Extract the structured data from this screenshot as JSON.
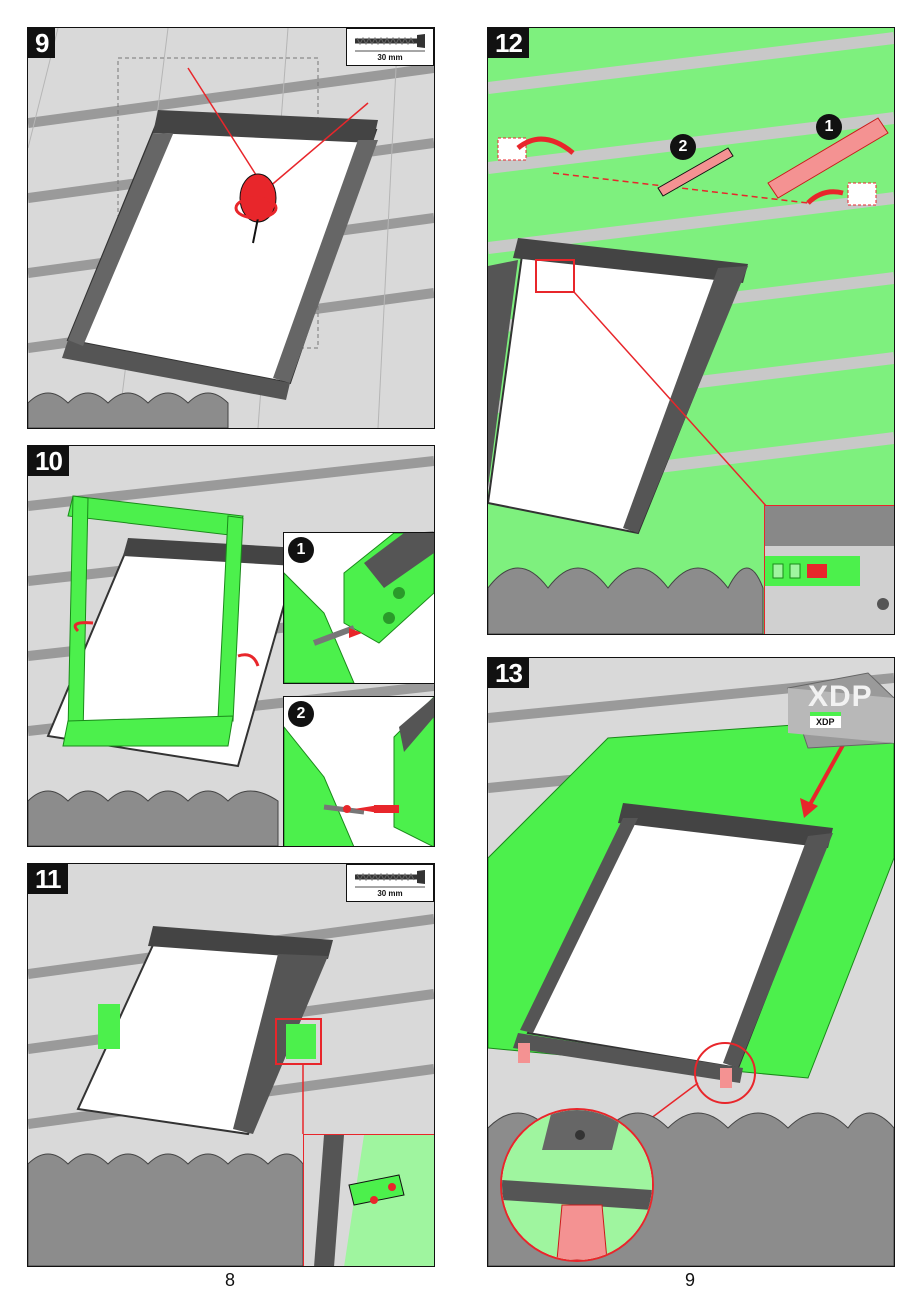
{
  "page_numbers": {
    "left": "8",
    "right": "9"
  },
  "screw_label": "30 mm",
  "package_label": "XDP",
  "package_tag": "XDP",
  "colors": {
    "green": "#4cf04c",
    "red": "#e8262b",
    "dark": "#111111",
    "roof": "#d9d9d9"
  },
  "steps": [
    {
      "number": "9"
    },
    {
      "number": "10",
      "bullets": [
        "1",
        "2"
      ]
    },
    {
      "number": "11"
    },
    {
      "number": "12",
      "bullets": [
        "1",
        "2"
      ]
    },
    {
      "number": "13"
    }
  ]
}
